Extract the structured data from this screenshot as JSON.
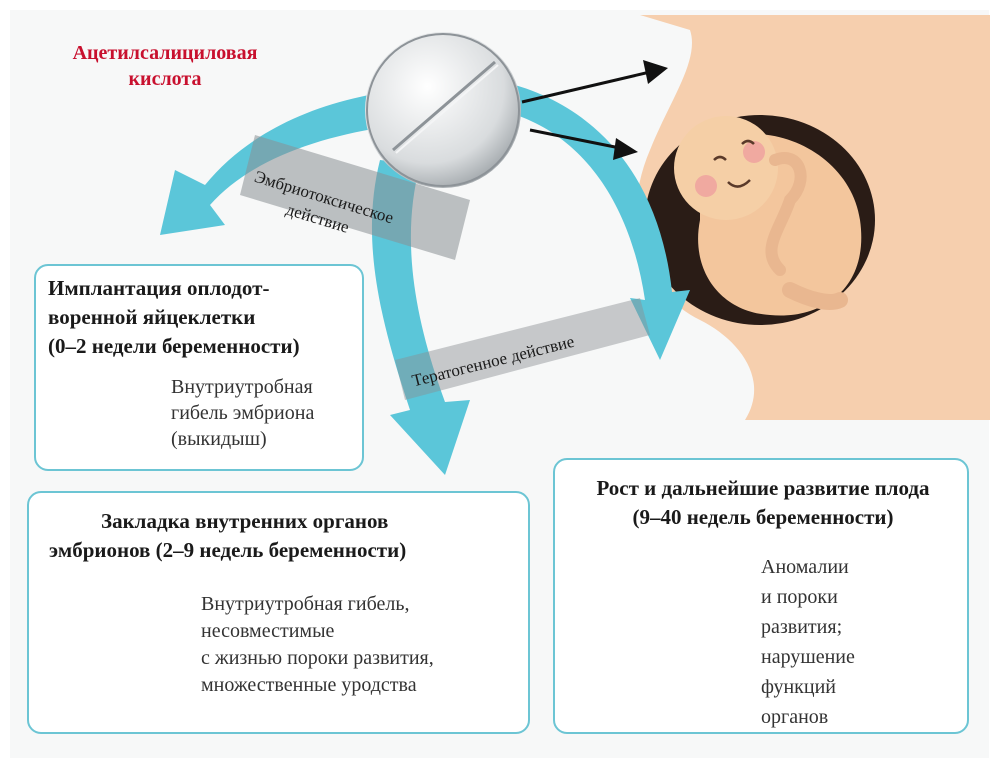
{
  "title": [
    "Ацетилсалициловая",
    "кислота"
  ],
  "embryotoxic_label": [
    "Эмбриотоксическое",
    "действие"
  ],
  "teratogenic_label": "Тератогенное действие",
  "stage1": {
    "title": [
      "Имплантация оплодот-",
      "воренной яйцеклетки",
      "(0–2 недели беременности)"
    ],
    "outcome": [
      "Внутриутробная",
      "гибель эмбриона",
      "(выкидыш)"
    ]
  },
  "stage2": {
    "title": [
      "Закладка внутренних органов",
      "эмбрионов (2–9 недель беременности)"
    ],
    "outcome": [
      "Внутриутробная гибель,",
      "несовместимые",
      "с жизнью пороки развития,",
      "множественные  уродства"
    ]
  },
  "stage3": {
    "title": [
      "Рост и дальнейшие развитие плода",
      "(9–40 недель беременности)"
    ],
    "outcome": [
      "Аномалии",
      "и пороки",
      "развития;",
      "нарушение",
      "функций",
      "органов"
    ]
  },
  "icons": [
    "pill-icon",
    "pregnant-belly-icon",
    "uterus-implantation-icon",
    "uterus-embryo-icon",
    "uterus-fetus-icon"
  ],
  "colors": {
    "arrow": "#5bc6d9",
    "box_border": "#6cc5d4",
    "title_red": "#c8102e",
    "skin": "#f6cfae",
    "band": "#8a8f93"
  }
}
